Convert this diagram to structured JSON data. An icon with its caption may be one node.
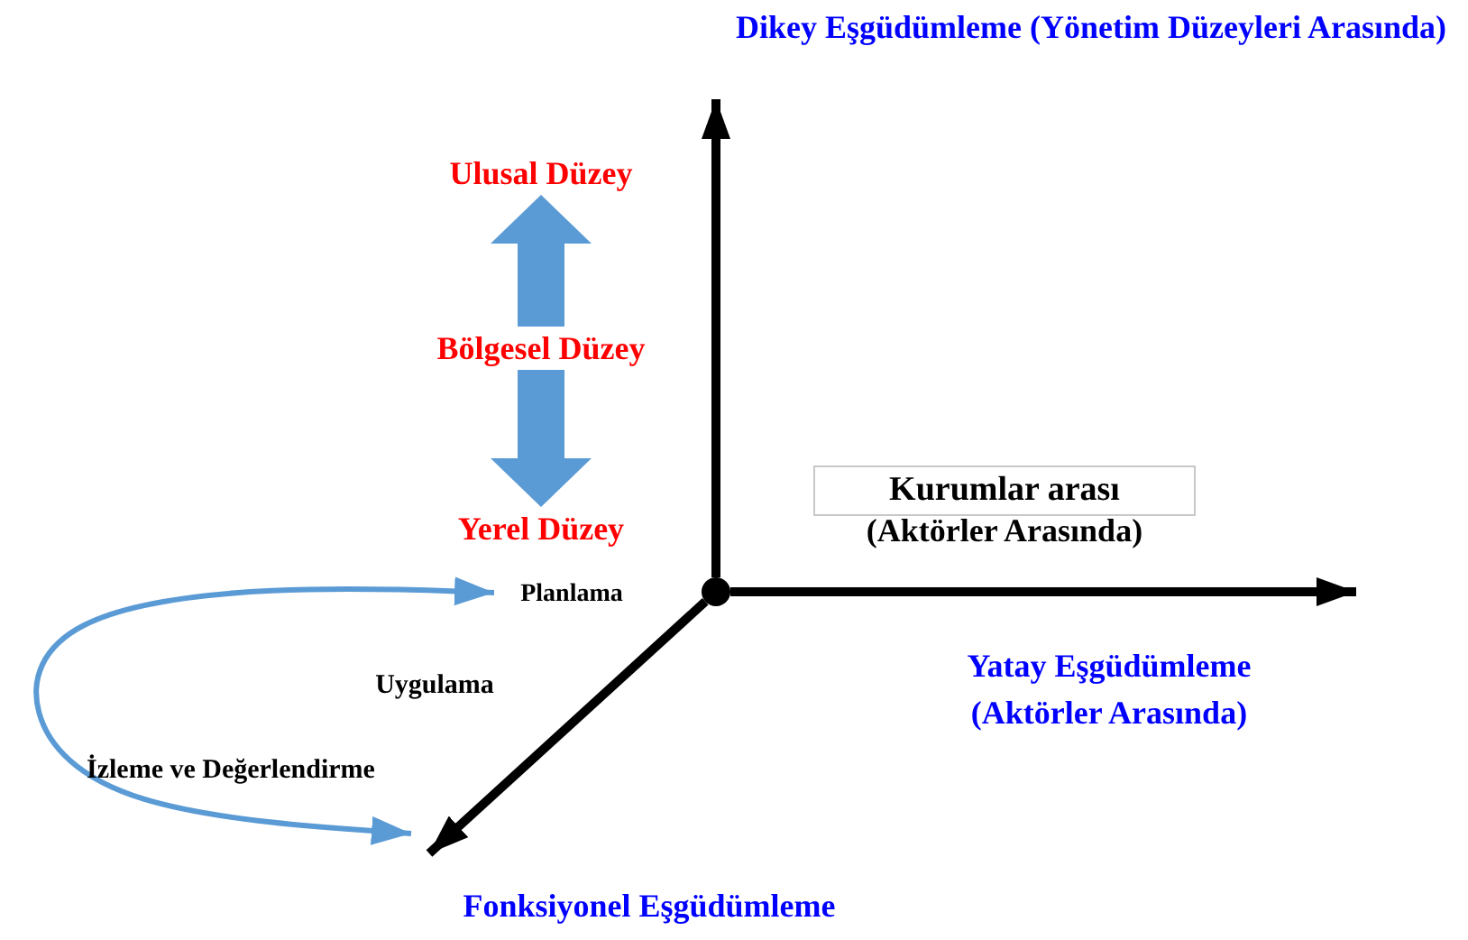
{
  "diagram": {
    "nodes": [
      {
        "text": [],
        "shape": "circle"
      },
      {
        "text": [
          "Ulusal Düzey"
        ]
      },
      {
        "text": [
          "Bölgesel Düzey"
        ]
      },
      {
        "text": [
          "Yerel Düzey"
        ]
      },
      {
        "text": [
          "Kurumlar arası"
        ],
        "beside": [
          "(Aktörler Arasında)"
        ]
      },
      {
        "text": [
          "Planlama"
        ]
      }
    ],
    "edges": [
      {
        "from": 0,
        "to": null,
        "arrow": "to"
      },
      {
        "from": 0,
        "to": null,
        "arrow": "to"
      },
      {
        "from": 0,
        "to": null,
        "arrow": "to"
      },
      {
        "from": 2,
        "to": 1,
        "arrow": "to",
        "style": "thick",
        "color": "#5b9bd5"
      },
      {
        "from": 2,
        "to": 3,
        "arrow": "to",
        "style": "thick",
        "color": "#5b9bd5"
      },
      {
        "from": 5,
        "to": null,
        "arrow": "both",
        "color": "#5b9bd5"
      }
    ],
    "labels": [
      "Dikey Eşgüdümleme (Yönetim Düzeyleri Arasında)",
      "Yatay Eşgüdümleme (Aktörler Arasında)",
      "Uygulama",
      "İzleme ve Değerlendirme",
      "Fonksiyonel Eşgüdümleme"
    ]
  }
}
